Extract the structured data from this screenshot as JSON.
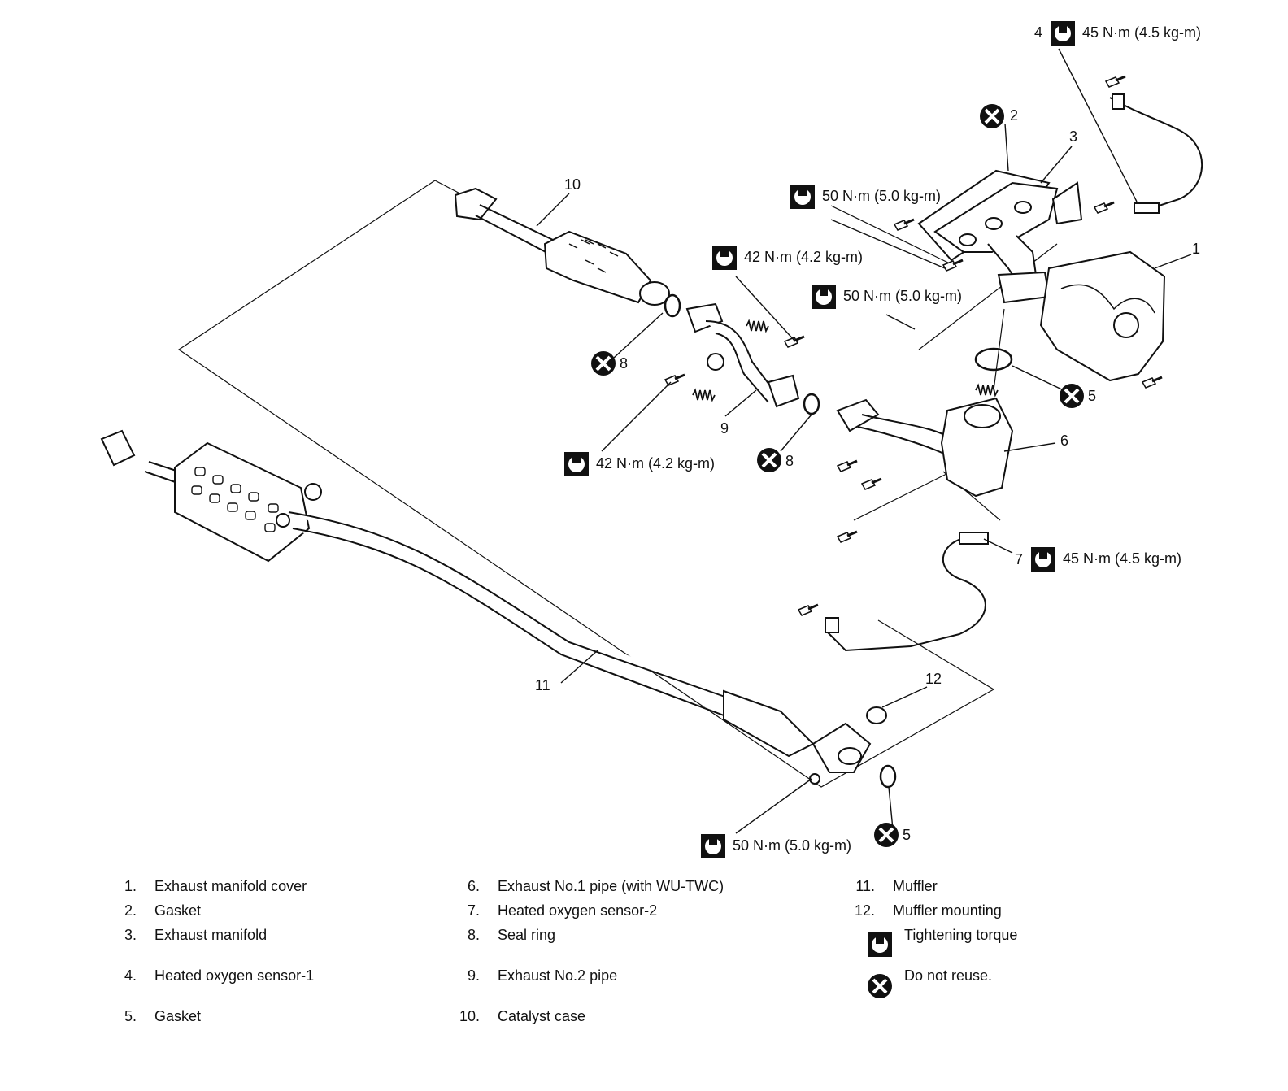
{
  "callouts": {
    "c1": "1",
    "c2": "2",
    "c3": "3",
    "c4": "4",
    "c5a": "5",
    "c5b": "5",
    "c6": "6",
    "c7": "7",
    "c8a": "8",
    "c8b": "8",
    "c9": "9",
    "c10": "10",
    "c11": "11",
    "c12": "12"
  },
  "torques": {
    "t_sensor1": "45 N·m (4.5 kg-m)",
    "t_manifold": "50 N·m (5.0 kg-m)",
    "t_heatshield": "50 N·m (5.0 kg-m)",
    "t_pipe2_upper": "42 N·m (4.2 kg-m)",
    "t_pipe2_lower": "42 N·m (4.2 kg-m)",
    "t_sensor2": "45 N·m (4.5 kg-m)",
    "t_muffler": "50 N·m (5.0 kg-m)"
  },
  "legend": {
    "items": [
      {
        "num": "1.",
        "label": "Exhaust manifold cover"
      },
      {
        "num": "2.",
        "label": "Gasket"
      },
      {
        "num": "3.",
        "label": "Exhaust manifold"
      },
      {
        "num": "4.",
        "label": "Heated oxygen sensor-1"
      },
      {
        "num": "5.",
        "label": "Gasket"
      },
      {
        "num": "6.",
        "label": "Exhaust No.1 pipe (with WU-TWC)"
      },
      {
        "num": "7.",
        "label": "Heated oxygen sensor-2"
      },
      {
        "num": "8.",
        "label": "Seal ring"
      },
      {
        "num": "9.",
        "label": "Exhaust No.2 pipe"
      },
      {
        "num": "10.",
        "label": "Catalyst case"
      },
      {
        "num": "11.",
        "label": "Muffler"
      },
      {
        "num": "12.",
        "label": "Muffler mounting"
      }
    ],
    "torque_symbol_label": "Tightening torque",
    "noreuse_symbol_label": "Do not reuse."
  },
  "icons": [
    "torque-wrench-icon",
    "do-not-reuse-icon"
  ]
}
